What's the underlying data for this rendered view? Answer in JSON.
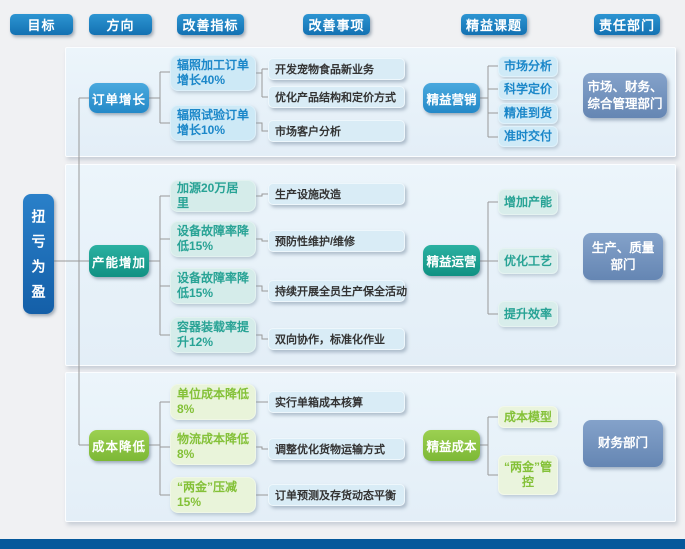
{
  "header": {
    "columns": [
      "目标",
      "方向",
      "改善指标",
      "改善事项",
      "精益课题",
      "责任部门"
    ]
  },
  "goal": {
    "label": "扭亏为盈"
  },
  "sections": [
    {
      "direction": "订单增长",
      "indicators": [
        "辐照加工订单增长40%",
        "辐照试验订单增长10%"
      ],
      "actions": [
        "开发宠物食品新业务",
        "优化产品结构和定价方式",
        "市场客户分析"
      ],
      "topic": "精益营销",
      "subtopics": [
        "市场分析",
        "科学定价",
        "精准到货",
        "准时交付"
      ],
      "department": "市场、财务、综合管理部门"
    },
    {
      "direction": "产能增加",
      "indicators": [
        "加源20万居里",
        "设备故障率降低15%",
        "设备故障率降低15%",
        "容器装载率提升12%"
      ],
      "actions": [
        "生产设施改造",
        "预防性维护/维修",
        "持续开展全员生产保全活动",
        "双向协作，标准化作业"
      ],
      "topic": "精益运营",
      "subtopics": [
        "增加产能",
        "优化工艺",
        "提升效率"
      ],
      "department": "生产、质量部门"
    },
    {
      "direction": "成本降低",
      "indicators": [
        "单位成本降低8%",
        "物流成本降低8%",
        "“两金”压减15%"
      ],
      "actions": [
        "实行单箱成本核算",
        "调整优化货物运输方式",
        "订单预测及存货动态平衡"
      ],
      "topic": "精益成本",
      "subtopics": [
        "成本模型",
        "“两金”管控"
      ],
      "department": "财务部门"
    }
  ],
  "colors": {
    "header_blue": "#1981c4",
    "direction_blue": "#359bd7",
    "direction_teal": "#18a394",
    "direction_green": "#8cc63f",
    "department_slate": "#7292bd",
    "connector_gray": "#999999",
    "footer_bar_blue": "#05589b"
  }
}
